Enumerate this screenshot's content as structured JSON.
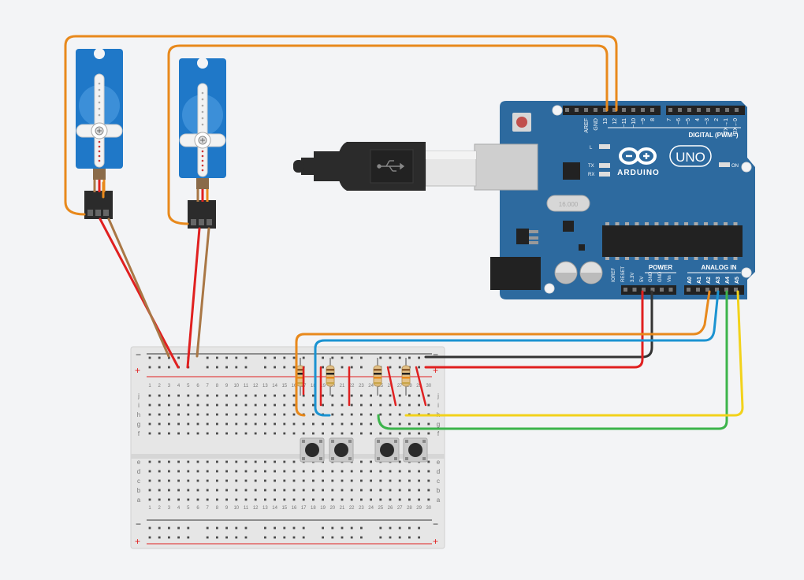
{
  "colors": {
    "background": "#f3f4f6",
    "board": "#2d6a9f",
    "breadboard": "#e6e6e6",
    "wire_orange": "#e8891c",
    "wire_red": "#e02020",
    "wire_brown": "#a97745",
    "wire_blue": "#1b93d1",
    "wire_black": "#333333",
    "wire_green": "#3cb44b",
    "wire_yellow": "#f2d21b",
    "servo": "#1f78c8"
  },
  "arduino": {
    "brand": "ARDUINO",
    "model": "UNO",
    "digital_label": "DIGITAL (PWM~)",
    "on_label": "ON",
    "led_l": "L",
    "led_tx": "TX",
    "led_rx": "RX",
    "crystal_label": "16.000",
    "power_label": "POWER",
    "analog_label": "ANALOG IN",
    "digital_pins": [
      "AREF",
      "GND",
      "13",
      "12",
      "~11",
      "~10",
      "~9",
      "8",
      "7",
      "~6",
      "~5",
      "4",
      "~3",
      "2",
      "TX→1",
      "RX←0"
    ],
    "power_pins": [
      "IOREF",
      "RESET",
      "3.3V",
      "5V",
      "GND",
      "GND",
      "Vin"
    ],
    "analog_pins": [
      "A0",
      "A1",
      "A2",
      "A3",
      "A4",
      "A5"
    ]
  },
  "breadboard": {
    "minus_label": "−",
    "plus_label": "+",
    "column_numbers": [
      "1",
      "2",
      "3",
      "4",
      "5",
      "6",
      "7",
      "8",
      "9",
      "10",
      "11",
      "12",
      "13",
      "14",
      "15",
      "16",
      "17",
      "18",
      "19",
      "20",
      "21",
      "22",
      "23",
      "24",
      "25",
      "26",
      "27",
      "28",
      "29",
      "30"
    ],
    "rows_top": [
      "j",
      "i",
      "h",
      "g",
      "f"
    ],
    "rows_bottom": [
      "e",
      "d",
      "c",
      "b",
      "a"
    ]
  },
  "icons": {
    "usb": "usb-icon",
    "servo": "servo-motor-icon",
    "button": "push-button-icon",
    "resistor": "resistor-icon"
  }
}
